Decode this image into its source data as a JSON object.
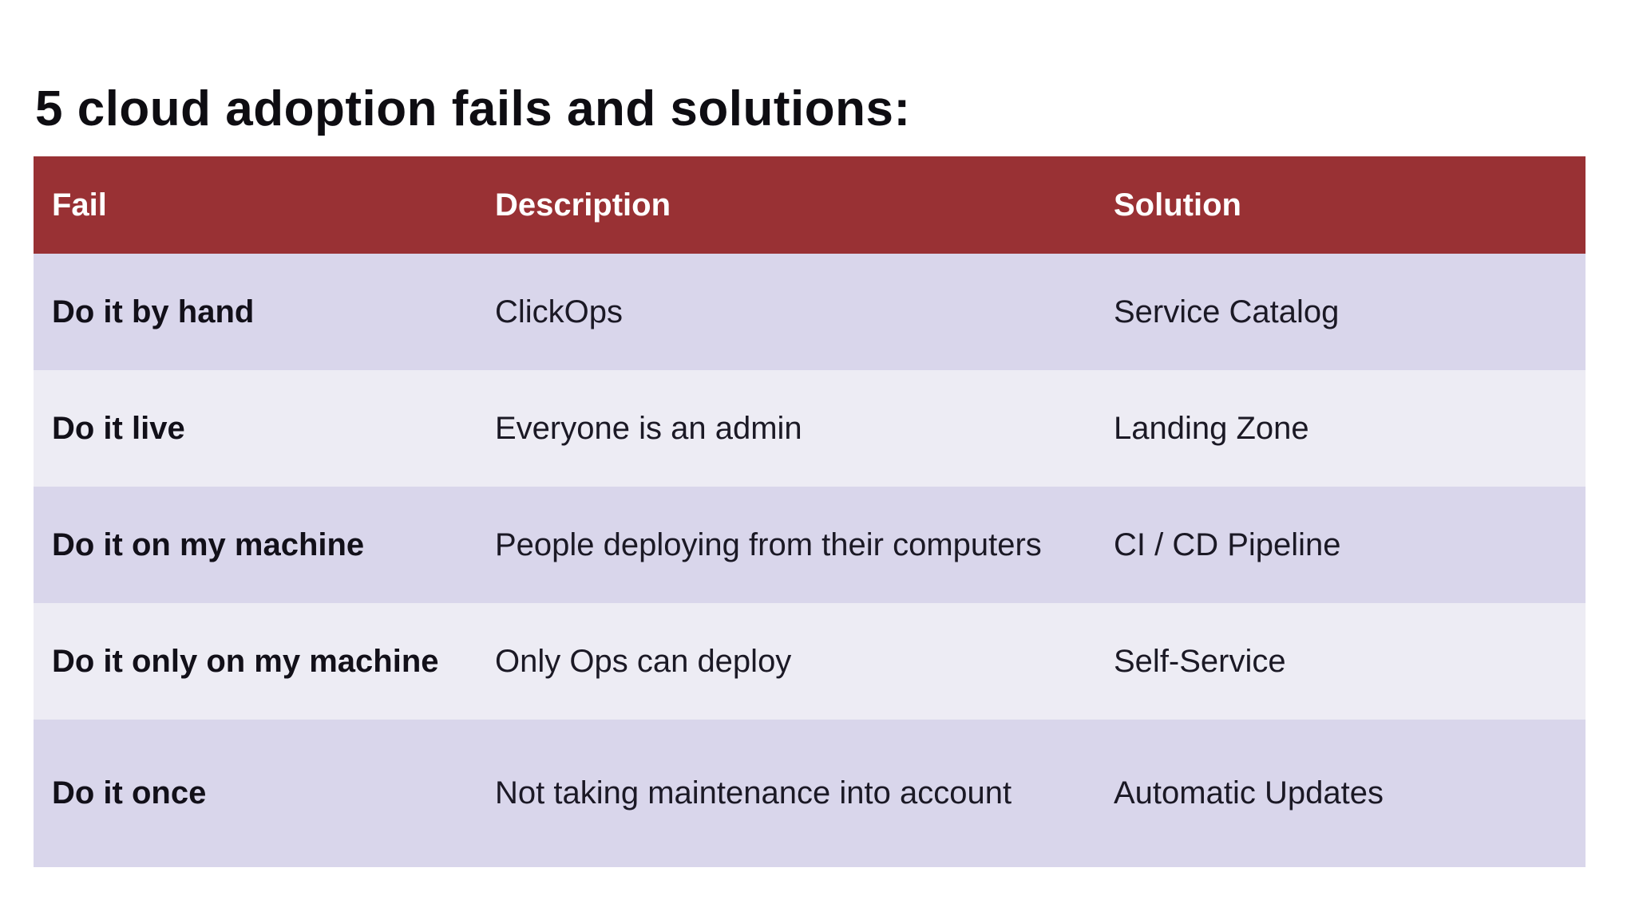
{
  "page": {
    "title": "5 cloud adoption fails and solutions:"
  },
  "table": {
    "headers": {
      "fail": "Fail",
      "description": "Description",
      "solution": "Solution"
    },
    "rows": [
      {
        "fail": "Do it by hand",
        "description": "ClickOps",
        "solution": "Service Catalog"
      },
      {
        "fail": "Do it live",
        "description": "Everyone is an admin",
        "solution": "Landing Zone"
      },
      {
        "fail": "Do it on my machine",
        "description": "People deploying from their computers",
        "solution": "CI / CD Pipeline"
      },
      {
        "fail": "Do it only on my machine",
        "description": "Only Ops can deploy",
        "solution": "Self-Service"
      },
      {
        "fail": "Do it once",
        "description": "Not taking maintenance into account",
        "solution": "Automatic Updates"
      }
    ]
  },
  "colors": {
    "header_bg": "#993134",
    "header_text": "#ffffff",
    "row_odd_bg": "#d9d6eb",
    "row_even_bg": "#edecf4",
    "body_text": "#1b1925",
    "title_text": "#0e0d12",
    "page_bg": "#ffffff"
  },
  "chart_data": {
    "type": "table",
    "title": "5 cloud adoption fails and solutions:",
    "columns": [
      "Fail",
      "Description",
      "Solution"
    ],
    "rows": [
      [
        "Do it by hand",
        "ClickOps",
        "Service Catalog"
      ],
      [
        "Do it live",
        "Everyone is an admin",
        "Landing Zone"
      ],
      [
        "Do it on my machine",
        "People deploying from their computers",
        "CI / CD Pipeline"
      ],
      [
        "Do it only on my machine",
        "Only Ops can deploy",
        "Self-Service"
      ],
      [
        "Do it once",
        "Not taking maintenance into account",
        "Automatic Updates"
      ]
    ],
    "layout_hints": {
      "header_style": "dark-red background, white bold text",
      "row_striping": "alternating lavender (#d9d6eb) and pale lavender (#edecf4)",
      "grid": false
    }
  }
}
